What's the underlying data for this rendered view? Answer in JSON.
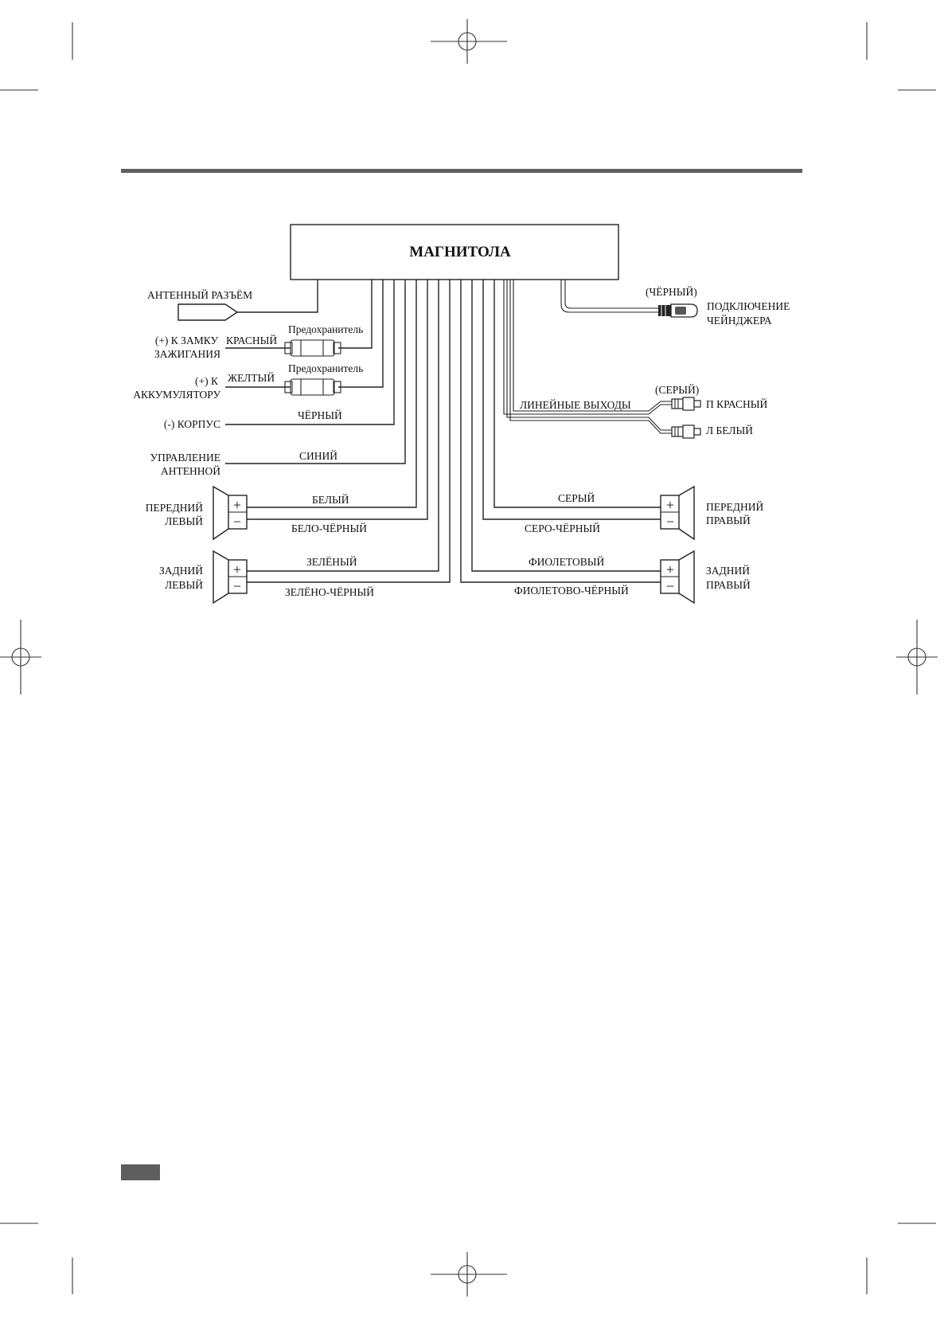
{
  "colors": {
    "rule": "#5e5e5e",
    "ink": "#111111",
    "tab": "#5e5e5e"
  },
  "head_unit": {
    "title": "МАГНИТОЛА"
  },
  "left": {
    "antenna_connector": "АНТЕННЫЙ РАЗЪЁМ",
    "ignition": {
      "line1": "(+) К ЗАМКУ",
      "line2": "ЗАЖИГАНИЯ",
      "wire": "КРАСНЫЙ",
      "fuse": "Предохранитель"
    },
    "battery": {
      "line1": "(+) К",
      "line2": "АККУМУЛЯТОРУ",
      "wire": "ЖЕЛТЫЙ",
      "fuse": "Предохранитель"
    },
    "ground": {
      "label": "(-) КОРПУС",
      "wire": "ЧЁРНЫЙ"
    },
    "antenna_control": {
      "line1": "УПРАВЛЕНИЕ",
      "line2": "АНТЕННОЙ",
      "wire": "СИНИЙ"
    },
    "front_left": {
      "line1": "ПЕРЕДНИЙ",
      "line2": "ЛЕВЫЙ",
      "wire_plus": "БЕЛЫЙ",
      "wire_minus": "БЕЛО-ЧЁРНЫЙ"
    },
    "rear_left": {
      "line1": "ЗАДНИЙ",
      "line2": "ЛЕВЫЙ",
      "wire_plus": "ЗЕЛЁНЫЙ",
      "wire_minus": "ЗЕЛЁНО-ЧЁРНЫЙ"
    }
  },
  "right": {
    "changer": {
      "cable_color": "(ЧЁРНЫЙ)",
      "line1": "ПОДКЛЮЧЕНИЕ",
      "line2": "ЧЕЙНДЖЕРА"
    },
    "line_out": {
      "label": "ЛИНЕЙНЫЕ ВЫХОДЫ",
      "cable_color": "(СЕРЫЙ)",
      "right_channel": "П КРАСНЫЙ",
      "left_channel": "Л БЕЛЫЙ"
    },
    "front_right": {
      "line1": "ПЕРЕДНИЙ",
      "line2": "ПРАВЫЙ",
      "wire_plus": "СЕРЫЙ",
      "wire_minus": "СЕРО-ЧЁРНЫЙ"
    },
    "rear_right": {
      "line1": "ЗАДНИЙ",
      "line2": "ПРАВЫЙ",
      "wire_plus": "ФИОЛЕТОВЫЙ",
      "wire_minus": "ФИОЛЕТОВО-ЧЁРНЫЙ"
    }
  },
  "speaker_symbols": {
    "plus": "+",
    "minus": "−"
  }
}
